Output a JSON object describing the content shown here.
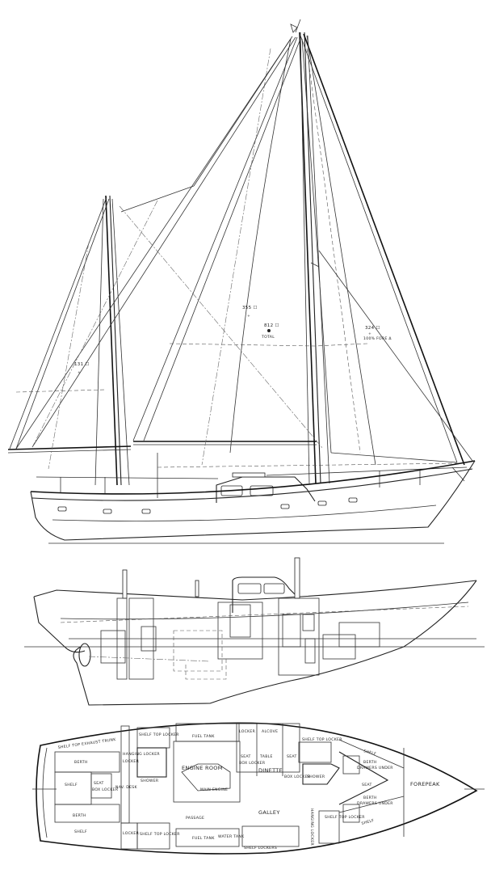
{
  "sail_plan": {
    "mizzen_area": "131 ☐",
    "main_area": "355 ☐",
    "total_area": "812 ☐",
    "total_label": "TOTAL",
    "fore_area": "324 ☐",
    "fore_label": "100% FORE Δ"
  },
  "accommodation_plan": {
    "labels": {
      "exhaust_trunk": "SHELF TOP EXHAUST TRUNK",
      "aft_berth_port": "BERTH",
      "aft_shelf": "SHELF",
      "aft_berth_stbd": "BERTH",
      "aft_shelf_stbd": "SHELF",
      "aft_seat": "SEAT",
      "aft_box_locker": "BOX LOCKER",
      "nav_desk": "NAV. DESK",
      "aft_shelf_top_locker_1": "SHELF TOP LOCKER",
      "hanging_locker_aft": "HANGING LOCKER",
      "locker_aft": "LOCKER",
      "aft_shower": "SHOWER",
      "aft_locker_stbd": "LOCKER",
      "aft_shelf_top_locker_2": "SHELF TOP LOCKER",
      "fuel_tank_port": "FUEL TANK",
      "engine_room": "ENGINE ROOM",
      "main_engine": "MAIN ENGINE",
      "passage": "PASSAGE",
      "fuel_tank_stbd": "FUEL TANK",
      "water_tank": "WATER TANK",
      "dinette_locker": "LOCKER",
      "alcove": "ALCOVE",
      "dinette_seat_1": "SEAT",
      "dinette_box_locker_1": "BOX LOCKER",
      "table": "TABLE",
      "dinette": "DINETTE",
      "dinette_seat_2": "SEAT",
      "dinette_box_locker_2": "BOX LOCKER",
      "galley": "GALLEY",
      "galley_lockers": "SHELF LOCKERS",
      "fwd_shelf_top_locker_1": "SHELF TOP LOCKER",
      "fwd_shower": "SHOWER",
      "fwd_shelf_port": "SHELF",
      "fwd_berth_port": "BERTH",
      "fwd_drawers_port": "DRAWERS UNDER",
      "fwd_seat": "SEAT",
      "fwd_berth_stbd": "BERTH",
      "fwd_drawers_stbd": "DRAWERS UNDER",
      "fwd_shelf_stbd": "SHELF",
      "fwd_shelf_top_locker_2": "SHELF TOP LOCKER",
      "hanging_locker_fwd": "HANGING LOCKER",
      "forepeak": "FOREPEAK"
    }
  }
}
